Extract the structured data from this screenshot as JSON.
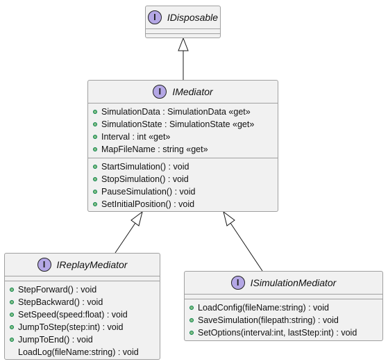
{
  "diagram": {
    "idisposable": {
      "stereotype_icon": "I",
      "name": "IDisposable",
      "fields": [],
      "methods": []
    },
    "imediator": {
      "stereotype_icon": "I",
      "name": "IMediator",
      "fields": [
        "SimulationData : SimulationData «get»",
        "SimulationState : SimulationState «get»",
        "Interval : int «get»",
        "MapFileName : string «get»"
      ],
      "methods": [
        "StartSimulation() : void",
        "StopSimulation() : void",
        "PauseSimulation() : void",
        "SetInitialPosition() : void"
      ]
    },
    "ireplaymediator": {
      "stereotype_icon": "I",
      "name": "IReplayMediator",
      "fields": [],
      "methods": [
        "StepForward() : void",
        "StepBackward() : void",
        "SetSpeed(speed:float) : void",
        "JumpToStep(step:int) : void",
        "JumpToEnd() : void",
        "LoadLog(fileName:string) : void"
      ]
    },
    "isimulationmediator": {
      "stereotype_icon": "I",
      "name": "ISimulationMediator",
      "fields": [],
      "methods": [
        "LoadConfig(fileName:string) : void",
        "SaveSimulation(filepath:string) : void",
        "SetOptions(interval:int, lastStep:int) : void"
      ]
    },
    "colors": {
      "box_fill": "#f1f1f1",
      "box_border": "#a0a0a0",
      "icon_fill": "#b4a7e5",
      "public_bullet": "#84be84",
      "arrow": "#181818"
    }
  }
}
